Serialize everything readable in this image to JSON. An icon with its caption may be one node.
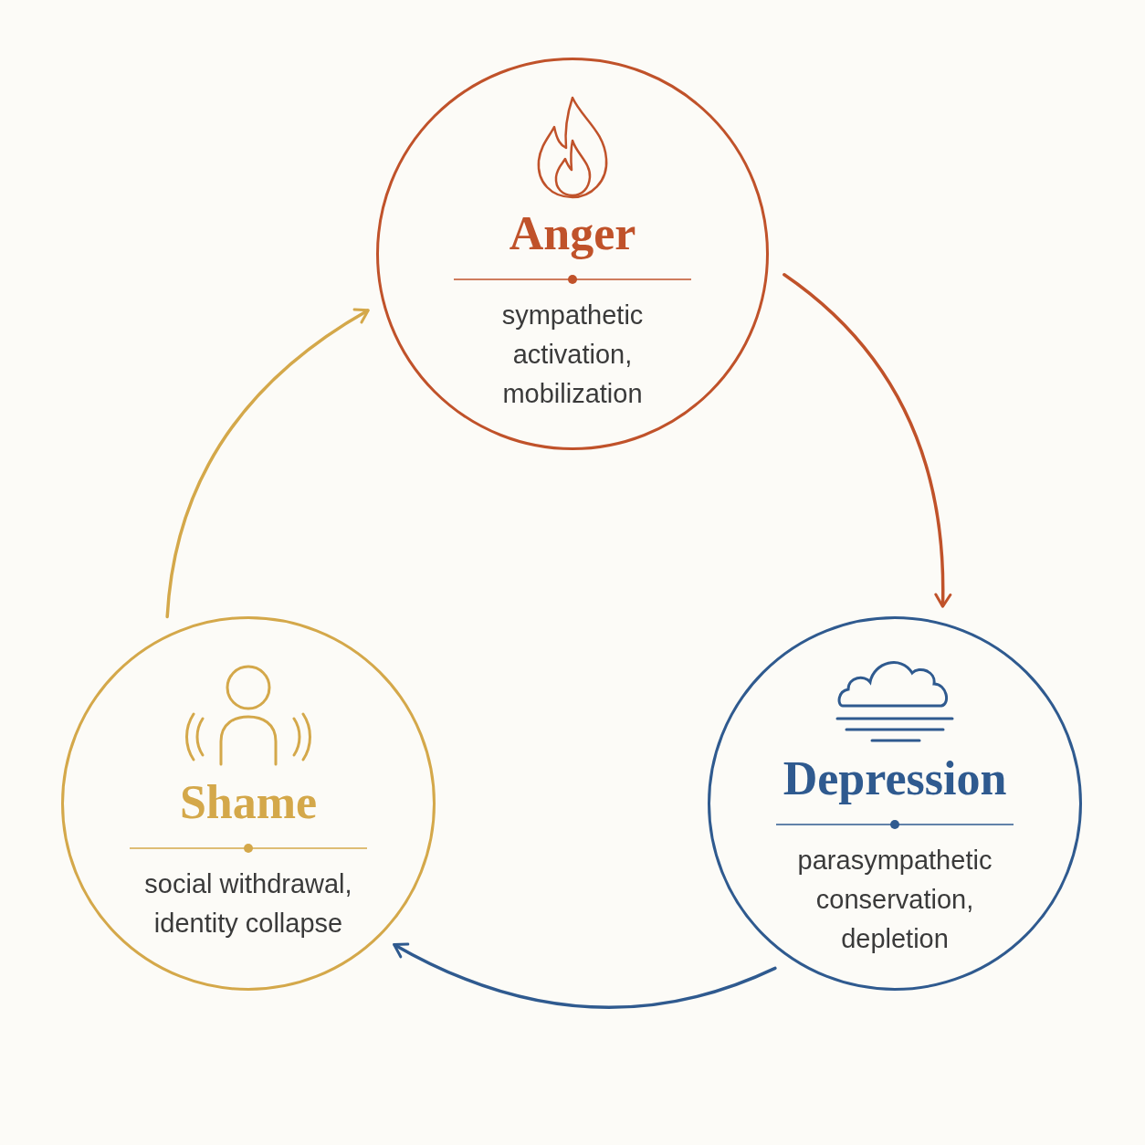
{
  "diagram": {
    "nodes": [
      {
        "text": [
          "Anger",
          "sympathetic activation, mobilization"
        ]
      },
      {
        "text": [
          "Depression",
          "parasympathetic conservation, depletion"
        ]
      },
      {
        "text": [
          "Shame",
          "social withdrawal, identity collapse"
        ]
      }
    ],
    "edges": [
      {
        "from": 0,
        "to": 1,
        "arrow": "to",
        "color": "#c0522a"
      },
      {
        "from": 1,
        "to": 2,
        "arrow": "to",
        "color": "#2f5a8f"
      },
      {
        "from": 2,
        "to": 0,
        "arrow": "to",
        "color": "#d4a84a"
      }
    ]
  }
}
